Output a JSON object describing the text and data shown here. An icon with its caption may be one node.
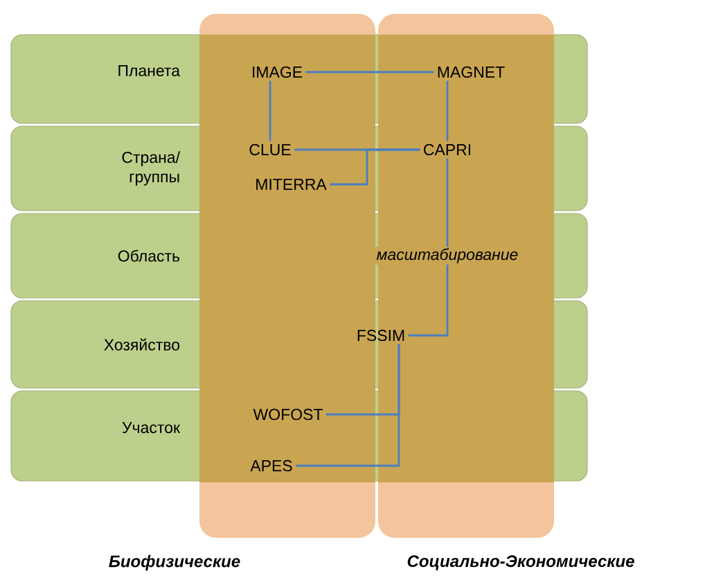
{
  "diagram": {
    "nodes": [
      {
        "text": [
          "Планета"
        ]
      },
      {
        "text": [
          "Страна/ группы"
        ]
      },
      {
        "text": [
          "Область"
        ]
      },
      {
        "text": [
          "Хозяйство"
        ]
      },
      {
        "text": [
          "Участок"
        ]
      },
      {
        "text": [
          "Биофизические"
        ]
      },
      {
        "text": [
          "Социально-Экономические"
        ]
      },
      {
        "text": [
          "IMAGE"
        ]
      },
      {
        "text": [
          "MAGNET"
        ]
      },
      {
        "text": [
          "CLUE"
        ]
      },
      {
        "text": [
          "CAPRI"
        ]
      },
      {
        "text": [
          "MITERRA"
        ]
      },
      {
        "text": [
          "FSSIM"
        ]
      },
      {
        "text": [
          "WOFOST"
        ]
      },
      {
        "text": [
          "APES"
        ]
      }
    ],
    "edges": [
      {
        "from": 7,
        "to": 8,
        "arrow": "none"
      },
      {
        "from": 7,
        "to": 9,
        "arrow": "none"
      },
      {
        "from": 8,
        "to": 10,
        "arrow": "none"
      },
      {
        "from": 9,
        "to": 10,
        "arrow": "none"
      },
      {
        "from": 11,
        "to": 10,
        "arrow": "none"
      },
      {
        "from": 10,
        "to": 12,
        "arrow": "none",
        "label": "масштабирование"
      },
      {
        "from": 13,
        "to": 12,
        "arrow": "none"
      },
      {
        "from": 14,
        "to": 12,
        "arrow": "none"
      }
    ]
  }
}
